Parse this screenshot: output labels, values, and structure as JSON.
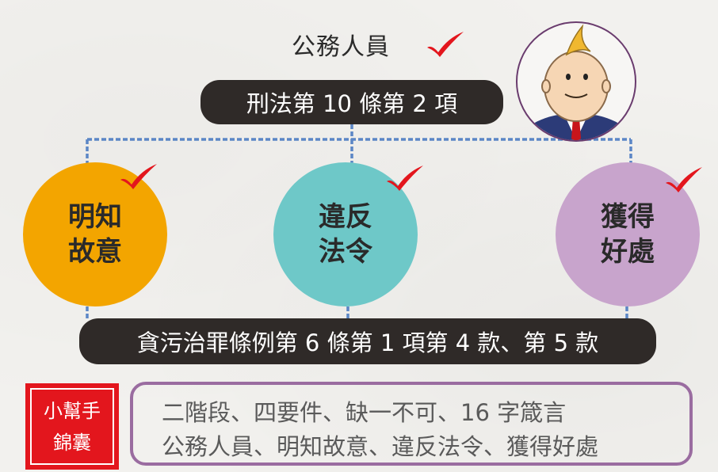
{
  "title": "公務人員",
  "top_law": "刑法第 10 條第 2 項",
  "elements": [
    {
      "line1": "明知",
      "line2": "故意"
    },
    {
      "line1": "違反",
      "line2": "法令"
    },
    {
      "line1": "獲得",
      "line2": "好處"
    }
  ],
  "bottom_law": "貪污治罪條例第 6 條第 1 項第 4 款、第 5 款",
  "helper": {
    "line1": "小幫手",
    "line2": "錦囊"
  },
  "tip": {
    "line1": "二階段、四要件、缺一不可、16 字箴言",
    "line2": "公務人員、明知故意、違反法令、獲得好處"
  },
  "icons": {
    "check": "check-mark-icon",
    "avatar": "official-avatar-icon"
  },
  "colors": {
    "check": "#e3161d",
    "pill": "#2f2a28",
    "circle1": "#f3a500",
    "circle2": "#6ec8c8",
    "circle3": "#c8a4cc",
    "connector": "#5b86c6",
    "helper": "#e3161d",
    "tip_border": "#9a6ca0"
  }
}
